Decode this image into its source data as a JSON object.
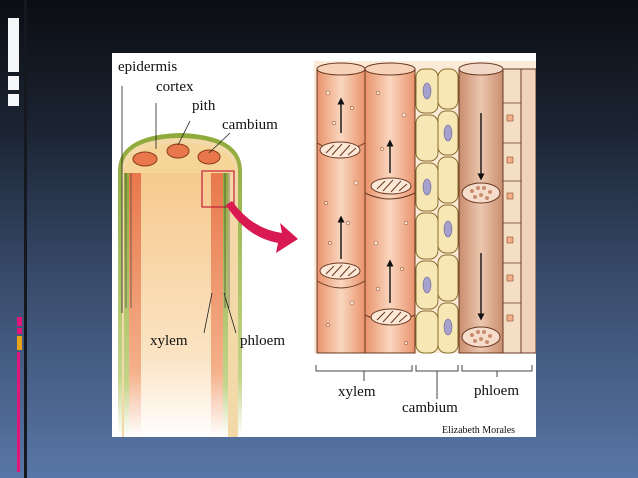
{
  "labels": {
    "epidermis": "epidermis",
    "cortex": "cortex",
    "pith": "pith",
    "cambium_top": "cambium",
    "xylem_left": "xylem",
    "phloem_left": "phloem",
    "xylem_detail": "xylem",
    "cambium_detail": "cambium",
    "phloem_detail": "phloem"
  },
  "credit": "Elizabeth Morales",
  "colors": {
    "background_top": "#0b0d12",
    "background_bottom": "#5876a6",
    "accent_magenta": "#e2157a",
    "accent_gold": "#e8a317",
    "arrow": "#d91a52",
    "epidermis_green": "#8faa3a",
    "xylem_orange": "#e8845a",
    "cambium_yellow": "#f6e7b5",
    "phloem_tan": "#d9a585"
  }
}
